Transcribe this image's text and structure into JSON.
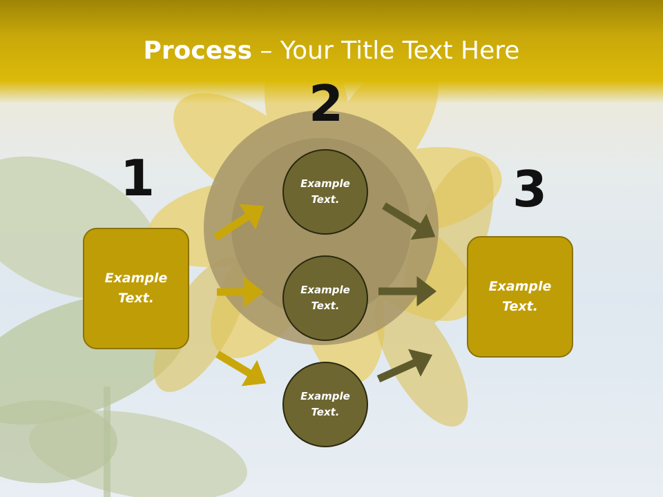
{
  "title": {
    "bold": "Process",
    "rest": " – Your Title Text Here"
  },
  "steps": [
    {
      "number": "1",
      "label": "Example\nText."
    },
    {
      "number": "2",
      "items": [
        "Example\nText.",
        "Example\nText.",
        "Example\nText."
      ]
    },
    {
      "number": "3",
      "label": "Example\nText."
    }
  ],
  "colors": {
    "header": "#dcba0a",
    "box": "#bf9d06",
    "circle": "#6d6630",
    "arrow_in": "#c9a70a",
    "arrow_out": "#5e5a2c"
  },
  "background": "sunflower-photo"
}
